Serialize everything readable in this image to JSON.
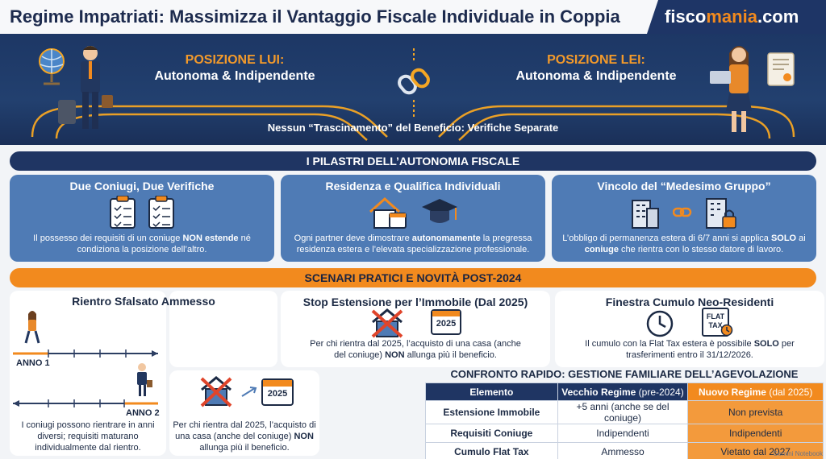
{
  "header": {
    "title": "Regime Impatriati: Massimizza il Vantaggio Fiscale Individuale in Coppia",
    "brand_a": "fisco",
    "brand_b": "mania",
    "brand_c": ".com"
  },
  "hero": {
    "lui_kicker": "POSIZIONE LUI:",
    "lui_value": "Autonoma & Indipendente",
    "lei_kicker": "POSIZIONE LEI:",
    "lei_value": "Autonoma & Indipendente",
    "subtitle": "Nessun “Trascinamento” del Beneficio: Verifiche Separate"
  },
  "pillars": {
    "banner": "I PILASTRI DELL’AUTONOMIA FISCALE",
    "items": [
      {
        "title": "Due Coniugi, Due Verifiche",
        "text_a": "Il possesso dei requisiti di un coniuge ",
        "text_b": "NON estende",
        "text_c": " né condiziona la posizione dell’altro."
      },
      {
        "title": "Residenza e Qualifica Individuali",
        "text_a": "Ogni partner deve dimostrare ",
        "text_b": "autonomamente",
        "text_c": " la pregressa residenza estera e l’elevata specializzazione professionale."
      },
      {
        "title": "Vincolo del “Medesimo Gruppo”",
        "text_a": "L’obbligo di permanenza estera di 6/7 anni si applica ",
        "text_b": "SOLO",
        "text_c": " ai ",
        "text_d": "coniuge",
        "text_e": " che rientra con lo stesso datore di lavoro."
      }
    ]
  },
  "scenarios": {
    "banner": "SCENARI PRATICI E NOVITÀ POST-2024",
    "rientro": {
      "title": "Rientro Sfalsato Ammesso",
      "year1": "ANNO 1",
      "year2": "ANNO 2",
      "text": "I coniugi possono rientrare in anni diversi; requisiti maturano individualmente dal rientro."
    },
    "stop": {
      "title": "Stop Estensione per l’Immobile (Dal 2025)",
      "year_badge": "2025",
      "text_a": "Per chi rientra dal 2025, l’acquisto di una casa (anche del coniuge) ",
      "text_b": "NON",
      "text_c": " allunga più il beneficio."
    },
    "stop_dup": {
      "year_badge": "2025",
      "text_a": "Per chi rientra dal 2025, l’acquisto di una casa (anche del coniuge) ",
      "text_b": "NON",
      "text_c": " allunga più il beneficio."
    },
    "finestra": {
      "title": "Finestra Cumulo Neo-Residenti",
      "flat_a": "FLAT",
      "flat_b": "TAX",
      "text_a": "Il cumulo con la Flat Tax estera è possibile ",
      "text_b": "SOLO",
      "text_c": " per trasferimenti entro il 31/12/2026."
    }
  },
  "comparison": {
    "title": "CONFRONTO RAPIDO: GESTIONE FAMILIARE DELL’AGEVOLAZIONE",
    "h1": "Elemento",
    "h2a": "Vecchio Regime",
    "h2b": " (pre-2024)",
    "h3a": "Nuovo Regime",
    "h3b": " (dal 2025)",
    "rows": [
      {
        "element": "Estensione Immobile",
        "old": "+5 anni (anche se del coniuge)",
        "new": "Non prevista"
      },
      {
        "element": "Requisiti Coniuge",
        "old": "Indipendenti",
        "new": "Indipendenti"
      },
      {
        "element": "Cumulo Flat Tax",
        "old": "Ammesso",
        "new": "Vietato dal 2027"
      }
    ]
  },
  "watermark": "Gemini Notebook"
}
